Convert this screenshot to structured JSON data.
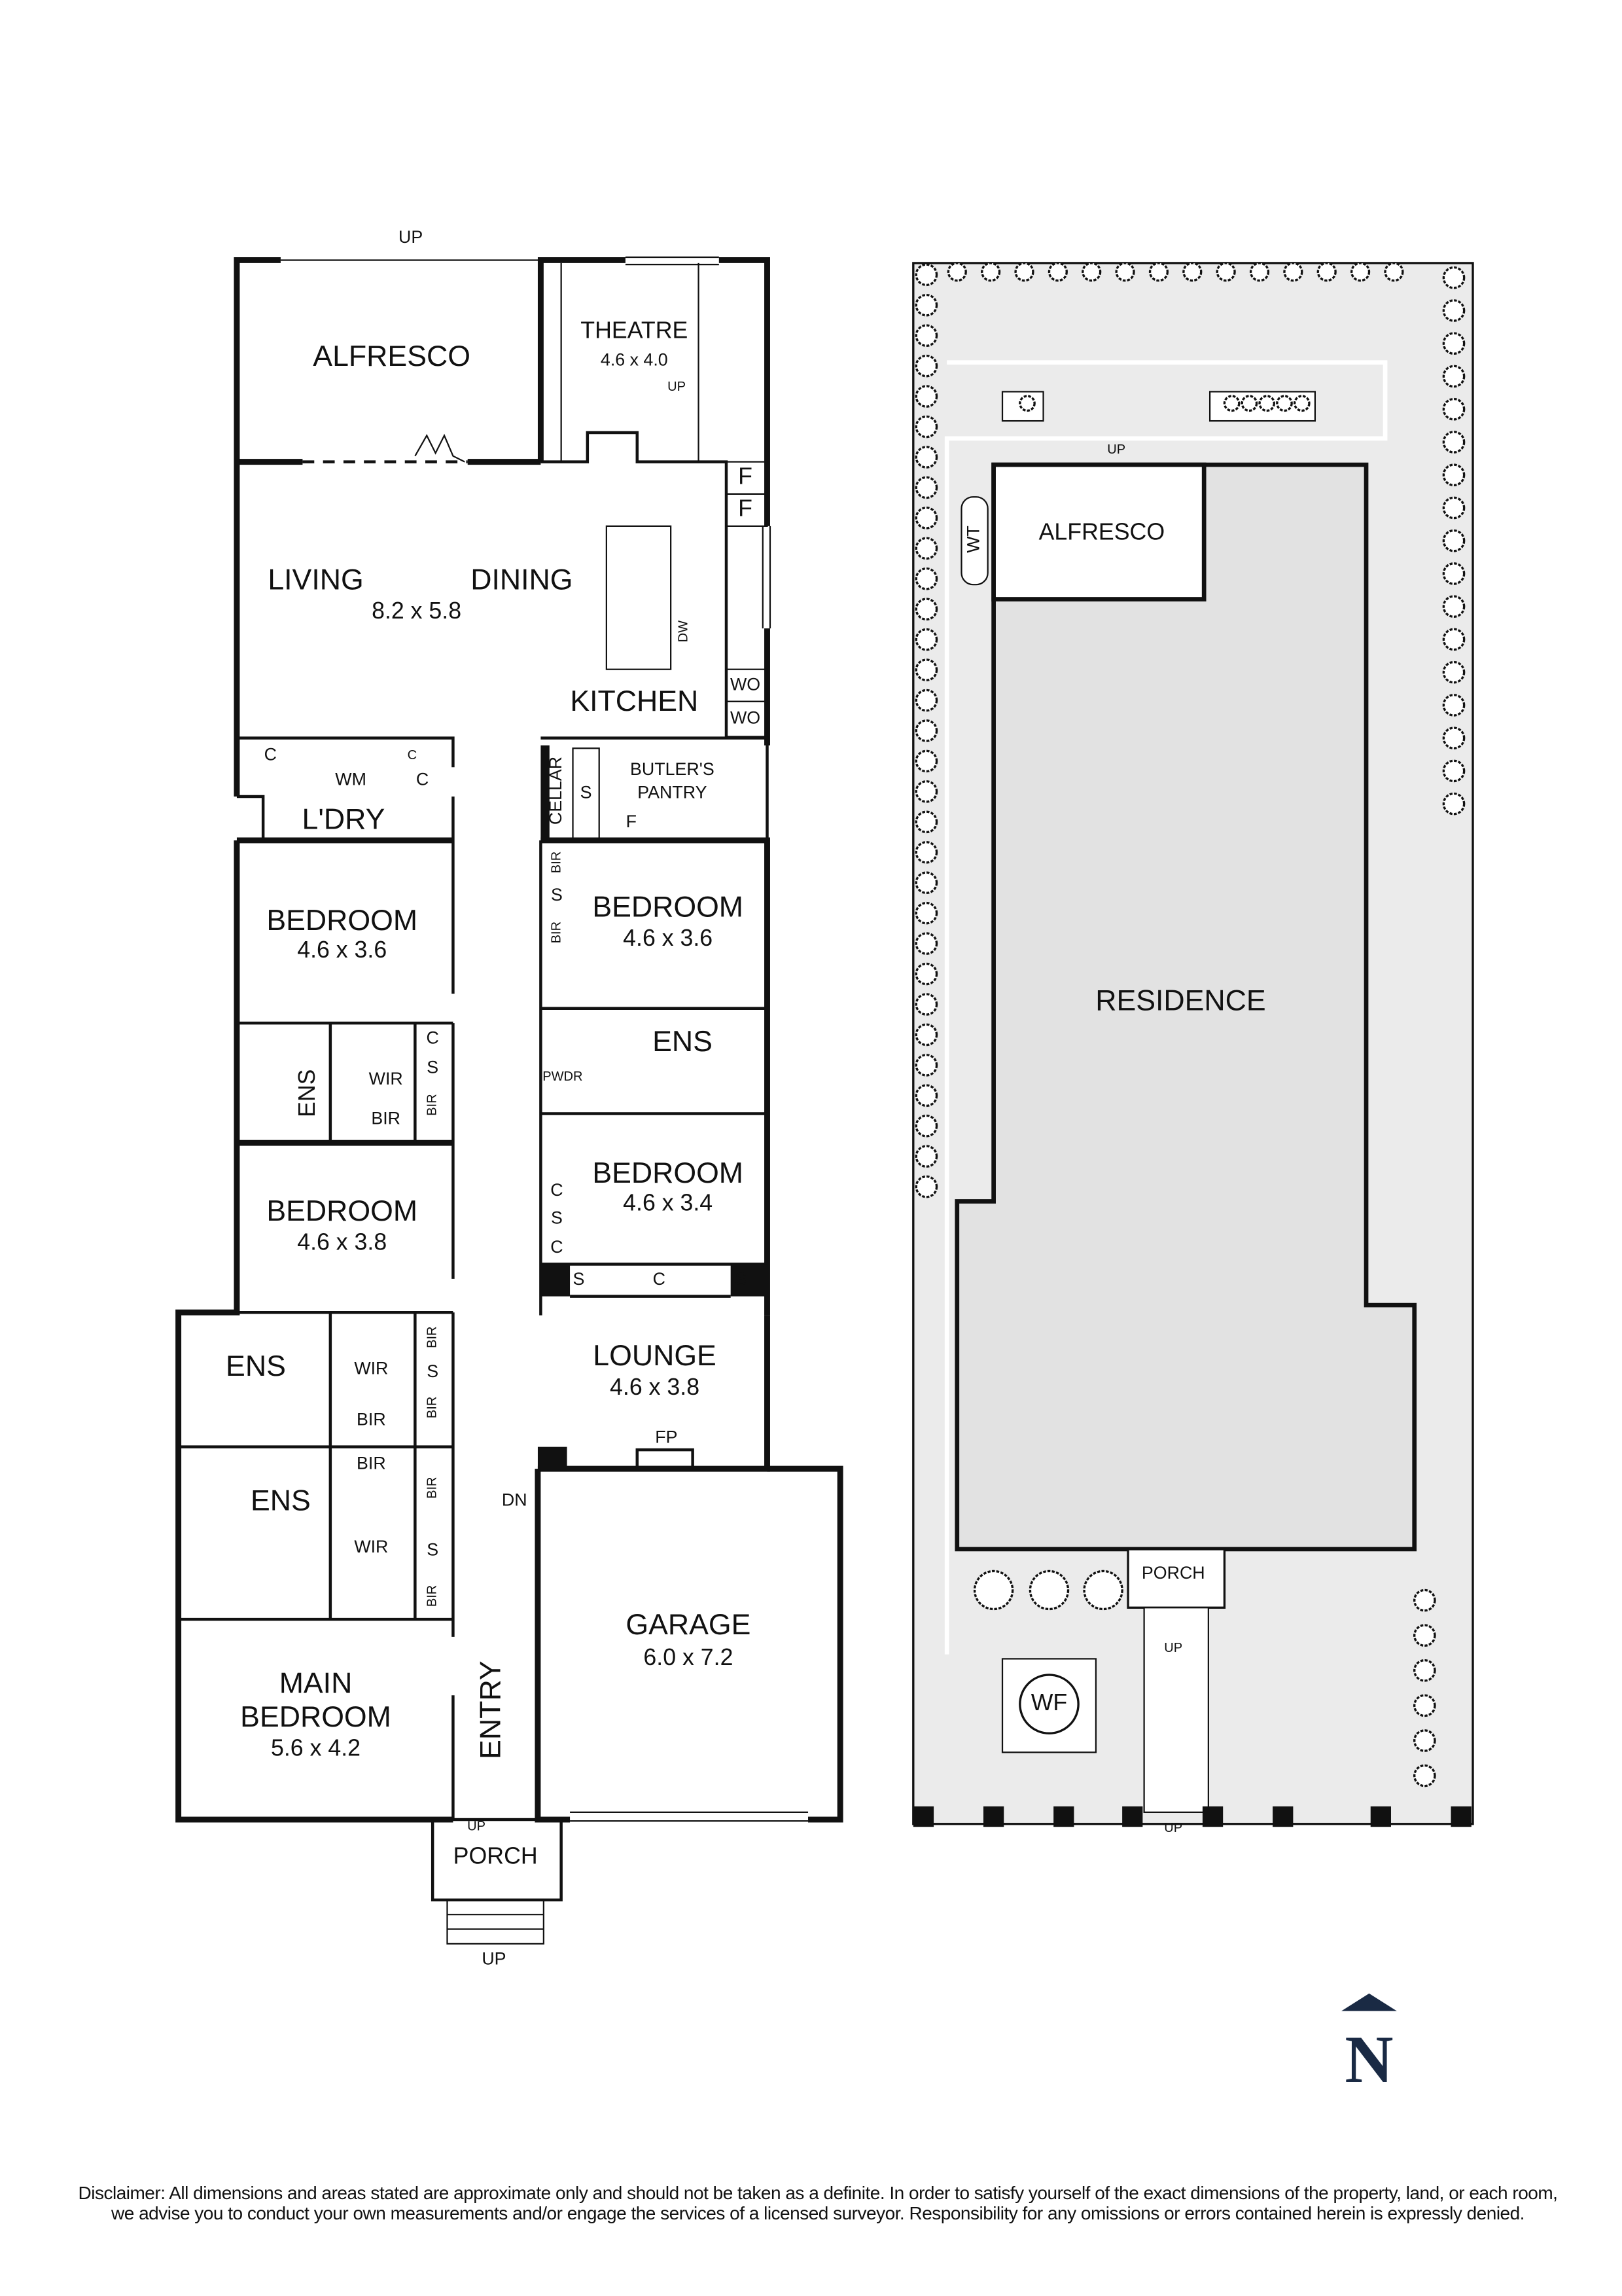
{
  "floorplan": {
    "top_up": "UP",
    "rooms": {
      "alfresco": "ALFRESCO",
      "theatre": {
        "name": "THEATRE",
        "dim": "4.6 x 4.0",
        "up": "UP"
      },
      "living": "LIVING",
      "dining": "DINING",
      "living_dim": "8.2 x 5.8",
      "kitchen": "KITCHEN",
      "butlers_pantry": [
        "BUTLER'S",
        "PANTRY"
      ],
      "cellar": "CELLAR",
      "laundry": "L'DRY",
      "bedroom_nw": {
        "name": "BEDROOM",
        "dim": "4.6 x 3.6"
      },
      "bedroom_ne": {
        "name": "BEDROOM",
        "dim": "4.6 x 3.6"
      },
      "bedroom_w2": {
        "name": "BEDROOM",
        "dim": "4.6 x 3.8"
      },
      "bedroom_e2": {
        "name": "BEDROOM",
        "dim": "4.6 x 3.4"
      },
      "lounge": {
        "name": "LOUNGE",
        "dim": "4.6 x 3.8"
      },
      "garage": {
        "name": "GARAGE",
        "dim": "6.0 x 7.2"
      },
      "main_bedroom": {
        "name": [
          "MAIN",
          "BEDROOM"
        ],
        "dim": "5.6 x 4.2"
      },
      "entry": "ENTRY",
      "porch": "PORCH",
      "ens": "ENS",
      "pwdr": "PWDR",
      "wir": "WIR"
    },
    "fixtures": {
      "f": "F",
      "wo": "WO",
      "dw": "DW",
      "c": "C",
      "s": "S",
      "wm": "WM",
      "bir": "BIR",
      "fp": "FP",
      "dn": "DN",
      "up": "UP"
    }
  },
  "siteplan": {
    "up": "UP",
    "alfresco": "ALFRESCO",
    "wt": "WT",
    "residence": "RESIDENCE",
    "porch": "PORCH",
    "wf": "WF"
  },
  "north": "N",
  "disclaimer": "Disclaimer: All dimensions and areas stated are approximate only and should not be taken as a definite. In order to satisfy yourself of the exact dimensions of the property, land, or each room, we advise you to conduct your own measurements and/or engage the services of a licensed surveyor. Responsibility for any omissions or errors contained herein is expressly denied.",
  "colors": {
    "ink": "#111111",
    "site_fill": "#ebebeb",
    "residence_fill": "#e2e2e2",
    "north_arrow": "#1a2a44"
  }
}
